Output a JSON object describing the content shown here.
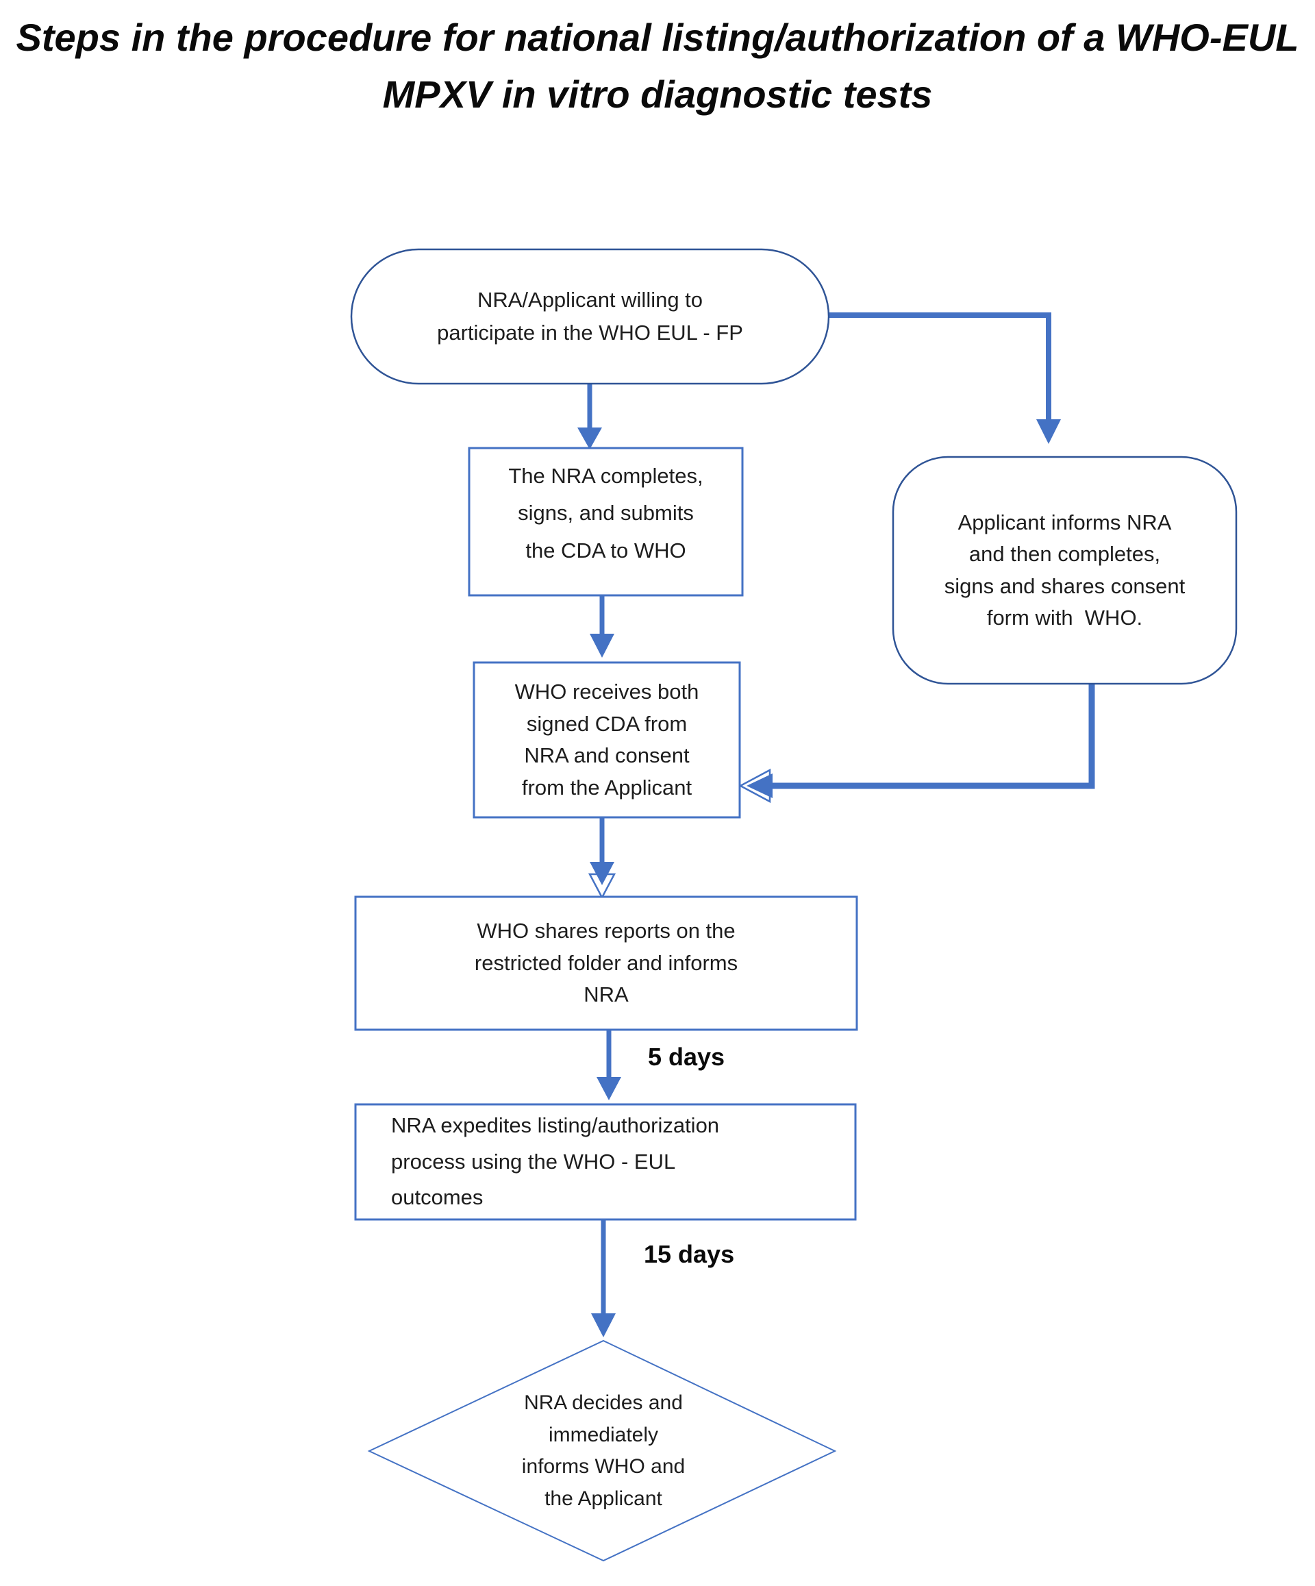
{
  "title": {
    "line1": "Steps in the procedure for national listing/authorization of a WHO-EUL",
    "line2": "MPXV in vitro diagnostic tests",
    "full": "Steps in the procedure for national listing/authorization of a WHO-EUL\nMPXV in vitro diagnostic tests"
  },
  "flowchart": {
    "nodes": [
      {
        "id": "start",
        "shape": "stadium",
        "label": "NRA/Applicant willing to\nparticipate in the WHO EUL - FP"
      },
      {
        "id": "nra-cda",
        "shape": "rectangle",
        "label": "The NRA completes,\nsigns, and submits\nthe CDA to WHO"
      },
      {
        "id": "applicant-consent",
        "shape": "rounded-rectangle",
        "label": "Applicant informs NRA\nand then completes,\nsigns and shares consent\nform with  WHO."
      },
      {
        "id": "who-receives",
        "shape": "rectangle",
        "label": "WHO receives both\nsigned CDA from\nNRA and consent\nfrom the Applicant"
      },
      {
        "id": "who-shares",
        "shape": "rectangle",
        "label": "WHO shares reports on the\nrestricted folder and informs\nNRA"
      },
      {
        "id": "nra-expedites",
        "shape": "rectangle",
        "label": "NRA expedites listing/authorization\nprocess using the WHO - EUL\noutcomes"
      },
      {
        "id": "nra-decides",
        "shape": "diamond",
        "label": "NRA decides and\nimmediately\ninforms WHO and\nthe Applicant"
      }
    ],
    "edge_labels": {
      "five_days": "5 days",
      "fifteen_days": "15 days"
    },
    "colors": {
      "arrow_blue": "#4472C4",
      "rect_border_blue": "#4472C4",
      "pill_border_navy": "#2F5496",
      "text": "#1d1d1d",
      "background": "#ffffff"
    }
  }
}
